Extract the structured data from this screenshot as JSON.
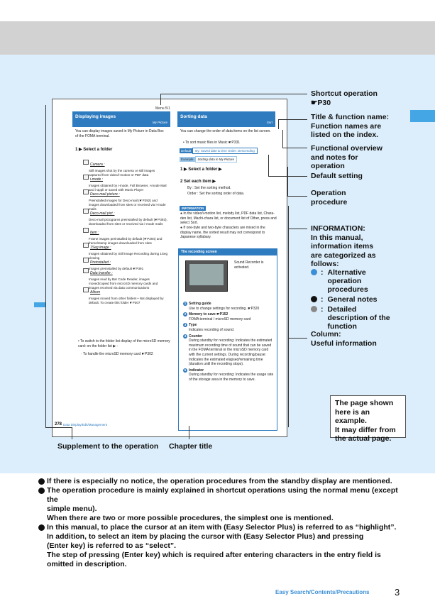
{
  "colors": {
    "accent": "#2f7bbf",
    "light_band": "#dceefb",
    "gray_band": "#d2d2d2"
  },
  "sample": {
    "menu_number": "Menu 5/1",
    "left": {
      "title": "Displaying images",
      "subtitle": "My Picture",
      "intro": "You can display images saved in My Picture in Data Box of the FOMA terminal.",
      "step1": "1  ▶ Select a folder",
      "items": [
        {
          "name": "Camera :",
          "desc": "Still images shot by the camera or still images captured from video/i-motion or PDF data"
        },
        {
          "name": "i-mode :",
          "desc": "Images obtained by i-mode, Full Browser, i-mode Mail and i-αppli or saved with Music Player"
        },
        {
          "name": "Deco-mail picture :",
          "desc": "Preinstalled images for Deco-mail (☛P392) and images downloaded from sites or received via i-mode mails"
        },
        {
          "name": "Deco-mail pict :",
          "desc": "Deco-mail pictograms preinstalled by default (☛P393), downloaded from sites or received via i-mode mails"
        },
        {
          "name": "Item :",
          "desc": "Frame images preinstalled by default (☛P394) and frame/stamp images downloaded from sites"
        },
        {
          "name": "1Seg image :",
          "desc": "Images obtained by Still Image Recording during 1Seg viewing"
        },
        {
          "name": "Preinstalled :",
          "desc": "Images preinstalled by default ☛P391"
        },
        {
          "name": "Data transfer :",
          "desc": "Images read by Bar Code Reader, images moved/copied from microSD memory cards and images received via data communications"
        },
        {
          "name": "Album",
          "desc": "Images moved from other folders • Not displayed by default. To create this folder ☛P307"
        }
      ],
      "supplement1": "• To switch to the folder list display of the microSD memory card: on the folder list ▶  -",
      "supplement2": "· To handle the microSD memory card ☛P302"
    },
    "right": {
      "title": "Sorting data",
      "subtitle": "Sort",
      "intro": "You can change the order of data items on the list screen.",
      "bullet": "• To sort music files in Music ☛P331",
      "default_label": "Default",
      "default_value": "By: Saved date & time   Order: Descending",
      "example_label": "Example",
      "example_value": "Sorting data in My Picture",
      "step1": "1  ▶ Select a folder ▶",
      "step2": "2  Set each item ▶",
      "by_text": "By    : Set the sorting method.",
      "order_text": "Order : Set the sorting order of data.",
      "info_label": "INFORMATION",
      "info1": "● In the video/i-motion list, melody list, PDF data list, Chara-den list, Machi-chara list, or document list of Other, press  and select Sort.",
      "info2": "● If one-byte and two-byte characters are mixed in the display name, the sorted result may not correspond to Japanese syllabary.",
      "rec_title": "The recording screen",
      "rec_caption": "Sound Recorder is activated.",
      "rec_items": [
        {
          "h": "Setting guide",
          "d": "Use  to change settings for recording. ☛P320"
        },
        {
          "h": "Memory to save ☛P152",
          "d": "FOMA terminal / microSD memory card"
        },
        {
          "h": "Type",
          "d": "Indicates recording of sound."
        },
        {
          "h": "Counter",
          "d": "During standby for recording: Indicates the estimated maximum recording time of sound that can be saved in the FOMA terminal or the microSD memory card with the current settings. During recording/pause: Indicates the estimated elapsed/remaining time (duration until the recording stops)."
        },
        {
          "h": "Indicator",
          "d": "During standby for recording: Indicates the usage rate of the storage area in the memory to save."
        }
      ]
    },
    "page_number": "278",
    "chapter": "Data Display/Edit/Management"
  },
  "callouts": {
    "shortcut": [
      "Shortcut operation",
      "☛P30"
    ],
    "title_fn": [
      "Title & function name:",
      "Function names are",
      "listed on the index."
    ],
    "overview": [
      "Functional overview",
      "and notes for",
      "operation"
    ],
    "default": [
      "Default setting"
    ],
    "operation": [
      "Operation",
      "procedure"
    ],
    "information": [
      "INFORMATION:",
      "In this manual,",
      "information items",
      "are categorized as",
      "follows:"
    ],
    "info_items": [
      {
        "color": "#3b8fd6",
        "label": "Alternative operation procedures"
      },
      {
        "color": "#111111",
        "label": "General notes"
      },
      {
        "color": "#888888",
        "label": "Detailed description of the function"
      }
    ],
    "column": [
      "Column:",
      "Useful information"
    ],
    "note": [
      "The page shown",
      "here is an example.",
      "It may differ from",
      "the actual page."
    ],
    "supplement": "Supplement to the operation",
    "chapter_title": "Chapter title"
  },
  "notes": [
    [
      "If there is especially no notice, the operation procedures from the standby display are mentioned."
    ],
    [
      "The operation procedure is mainly explained in shortcut operations using the normal menu (except the",
      "simple menu).",
      "When there are two or more possible procedures, the simplest one is mentioned."
    ],
    [
      "In this manual, to place the cursor at an item with  (Easy Selector Plus) is referred to as “highlight”.",
      "In addition, to select an item by placing the cursor with  (Easy Selector Plus) and pressing",
      " (Enter key) is referred to as “select”.",
      "The step of pressing  (Enter key) which is required after entering characters in the entry field is",
      "omitted in description."
    ]
  ],
  "footer": {
    "title": "Easy Search/Contents/Precautions",
    "page": "3"
  }
}
